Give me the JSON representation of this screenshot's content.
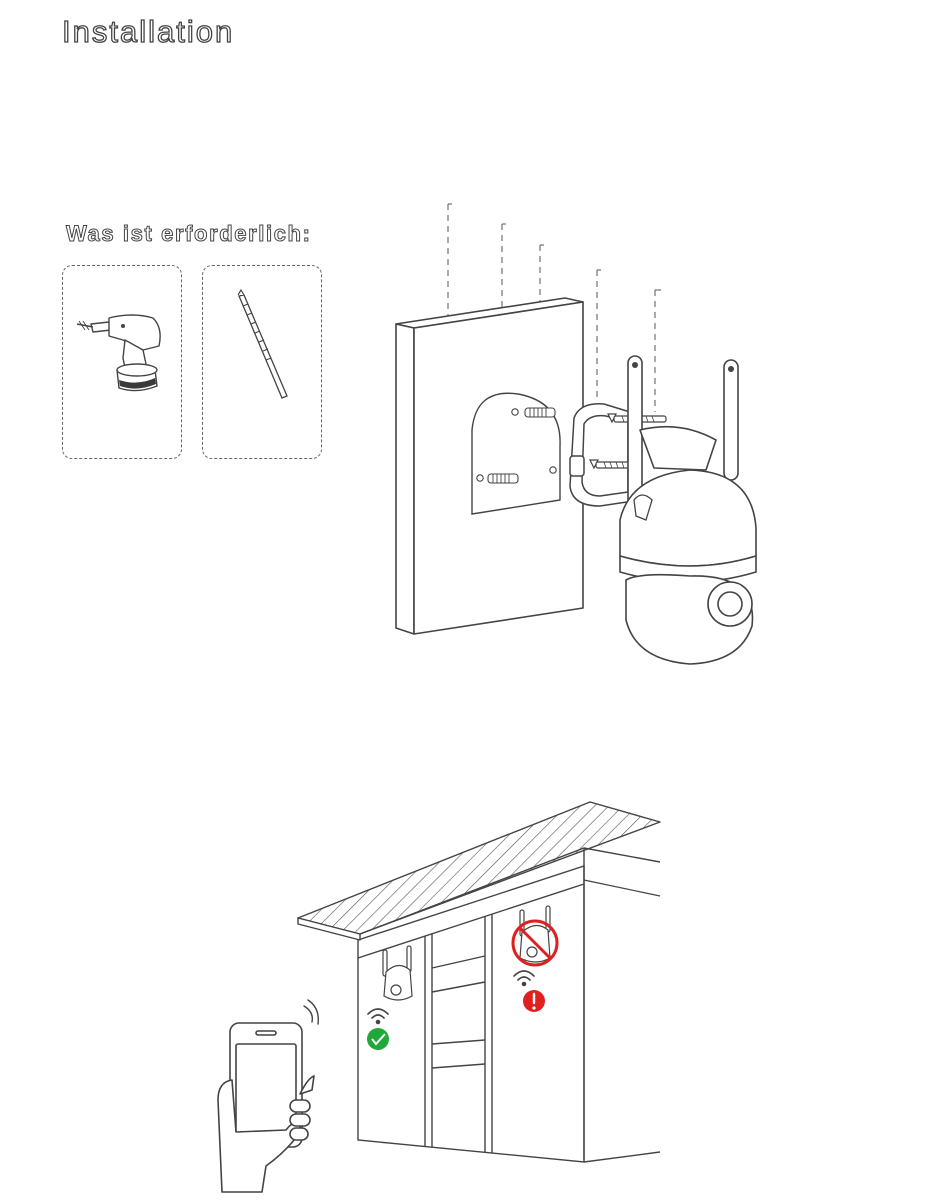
{
  "header": {
    "title": "Installation"
  },
  "requirements": {
    "heading": "Was ist erforderlich:",
    "items": [
      {
        "icon": "drill-icon"
      },
      {
        "icon": "drill-bit-icon"
      }
    ]
  },
  "mounting_diagram": {
    "parts": [
      "wall",
      "mounting-template",
      "wall-plug",
      "camera-bracket",
      "screw"
    ]
  },
  "placement_diagram": {
    "good_position": {
      "icon": "checkmark-icon",
      "color": "#22a83a"
    },
    "bad_position": {
      "icon": "warning-icon",
      "color": "#e02020"
    }
  }
}
